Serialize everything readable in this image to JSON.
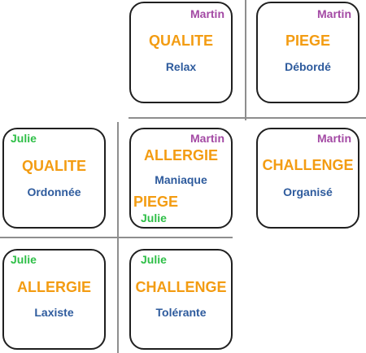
{
  "people": {
    "martin": "Martin",
    "julie": "Julie"
  },
  "colors": {
    "martin": "#a349a4",
    "julie": "#2ebf47",
    "category": "#f39c12",
    "trait": "#2e5b9d",
    "divider": "#8e8e8e",
    "border": "#1f1f1f"
  },
  "cards": {
    "top_left": {
      "person": "Martin",
      "category": "QUALITE",
      "trait": "Relax"
    },
    "top_right": {
      "person": "Martin",
      "category": "PIEGE",
      "trait": "Débordé"
    },
    "middle_left": {
      "person": "Julie",
      "category": "QUALITE",
      "trait": "Ordonnée"
    },
    "middle_center": {
      "person_top": "Martin",
      "category_top": "ALLERGIE",
      "trait": "Maniaque",
      "category_bottom": "PIEGE",
      "person_bottom": "Julie"
    },
    "middle_right": {
      "person": "Martin",
      "category": "CHALLENGE",
      "trait": "Organisé"
    },
    "bottom_left": {
      "person": "Julie",
      "category": "ALLERGIE",
      "trait": "Laxiste"
    },
    "bottom_center": {
      "person": "Julie",
      "category": "CHALLENGE",
      "trait": "Tolérante"
    }
  }
}
